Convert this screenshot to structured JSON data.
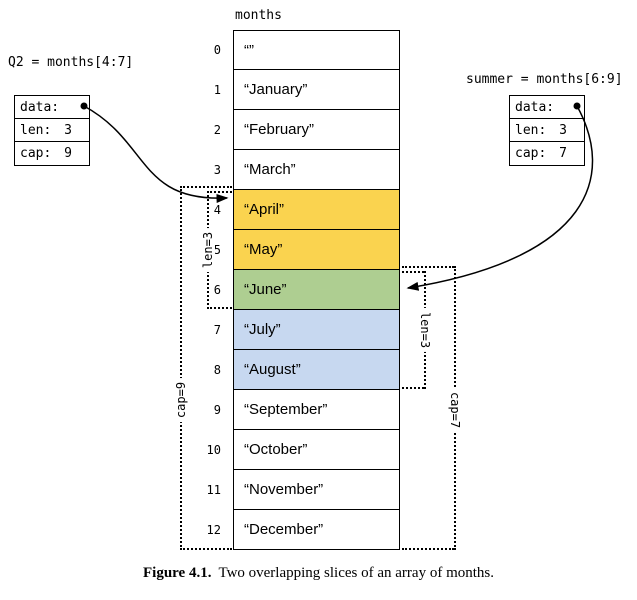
{
  "array": {
    "title": "months",
    "cells": [
      {
        "index": "0",
        "text": "“”"
      },
      {
        "index": "1",
        "text": "“January”"
      },
      {
        "index": "2",
        "text": "“February”"
      },
      {
        "index": "3",
        "text": "“March”"
      },
      {
        "index": "4",
        "text": "“April”"
      },
      {
        "index": "5",
        "text": "“May”"
      },
      {
        "index": "6",
        "text": "“June”"
      },
      {
        "index": "7",
        "text": "“July”"
      },
      {
        "index": "8",
        "text": "“August”"
      },
      {
        "index": "9",
        "text": "“September”"
      },
      {
        "index": "10",
        "text": "“October”"
      },
      {
        "index": "11",
        "text": "“November”"
      },
      {
        "index": "12",
        "text": "“December”"
      }
    ]
  },
  "slices": {
    "q2": {
      "title": "Q2 = months[4:7]",
      "data_label": "data:",
      "len_label": "len:",
      "len_value": "3",
      "cap_label": "cap:",
      "cap_value": "9"
    },
    "summer": {
      "title": "summer = months[6:9]",
      "data_label": "data:",
      "len_label": "len:",
      "len_value": "3",
      "cap_label": "cap:",
      "cap_value": "7"
    }
  },
  "brackets": {
    "q2_len": "len=3",
    "q2_cap": "cap=9",
    "summer_len": "len=3",
    "summer_cap": "cap=7"
  },
  "colors": {
    "q2_only": "#FAD34F",
    "overlap": "#AECE91",
    "summer_only": "#C7D8F0"
  },
  "caption": {
    "label": "Figure 4.1.",
    "text": "Two overlapping slices of an array of months."
  }
}
